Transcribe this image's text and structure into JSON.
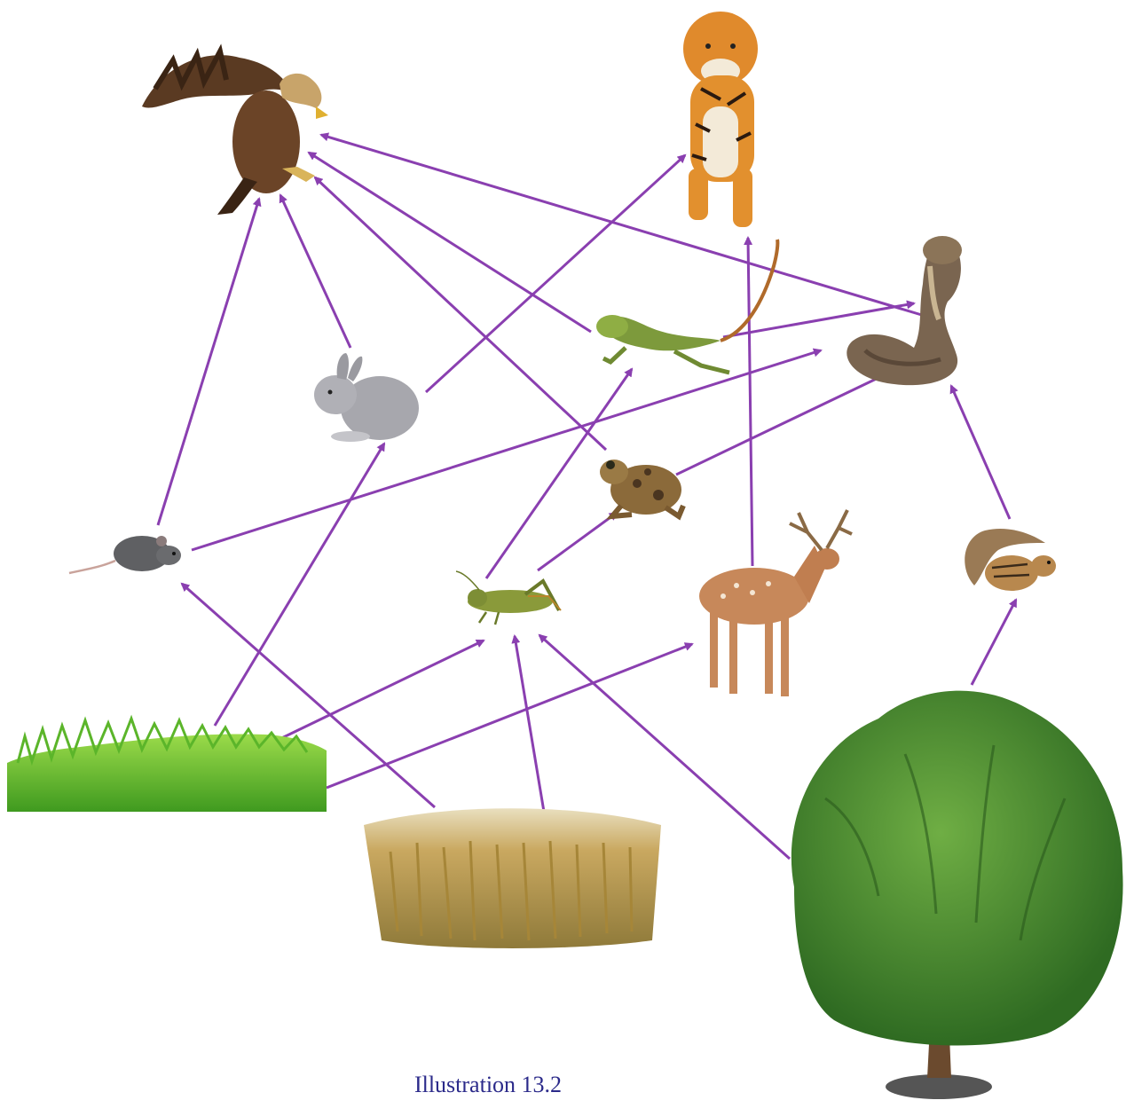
{
  "caption": "Illustration 13.2",
  "colors": {
    "arrow": "#8a3fb0"
  },
  "organisms": [
    {
      "id": "eagle",
      "icon": "eagle-icon"
    },
    {
      "id": "tiger",
      "icon": "tiger-icon"
    },
    {
      "id": "snake",
      "icon": "cobra-icon"
    },
    {
      "id": "lizard",
      "icon": "lizard-icon"
    },
    {
      "id": "rabbit",
      "icon": "rabbit-icon"
    },
    {
      "id": "frog",
      "icon": "frog-icon"
    },
    {
      "id": "rat",
      "icon": "rat-icon"
    },
    {
      "id": "grasshopper",
      "icon": "grasshopper-icon"
    },
    {
      "id": "deer",
      "icon": "deer-icon"
    },
    {
      "id": "squirrel",
      "icon": "squirrel-icon"
    },
    {
      "id": "grass",
      "icon": "grass-icon"
    },
    {
      "id": "paddy",
      "icon": "paddy-icon"
    },
    {
      "id": "tree",
      "icon": "tree-icon"
    }
  ],
  "links": [
    {
      "from": "rat",
      "to": "eagle"
    },
    {
      "from": "rabbit",
      "to": "eagle"
    },
    {
      "from": "frog",
      "to": "eagle"
    },
    {
      "from": "lizard",
      "to": "eagle"
    },
    {
      "from": "snake",
      "to": "eagle"
    },
    {
      "from": "rabbit",
      "to": "tiger"
    },
    {
      "from": "deer",
      "to": "tiger"
    },
    {
      "from": "lizard",
      "to": "snake"
    },
    {
      "from": "rat",
      "to": "snake"
    },
    {
      "from": "frog",
      "to": "snake"
    },
    {
      "from": "squirrel",
      "to": "snake"
    },
    {
      "from": "grasshopper",
      "to": "lizard"
    },
    {
      "from": "grasshopper",
      "to": "frog"
    },
    {
      "from": "grass",
      "to": "rabbit"
    },
    {
      "from": "grass",
      "to": "grasshopper"
    },
    {
      "from": "grass",
      "to": "deer"
    },
    {
      "from": "paddy",
      "to": "rat"
    },
    {
      "from": "paddy",
      "to": "grasshopper"
    },
    {
      "from": "tree",
      "to": "grasshopper"
    },
    {
      "from": "tree",
      "to": "squirrel"
    }
  ]
}
